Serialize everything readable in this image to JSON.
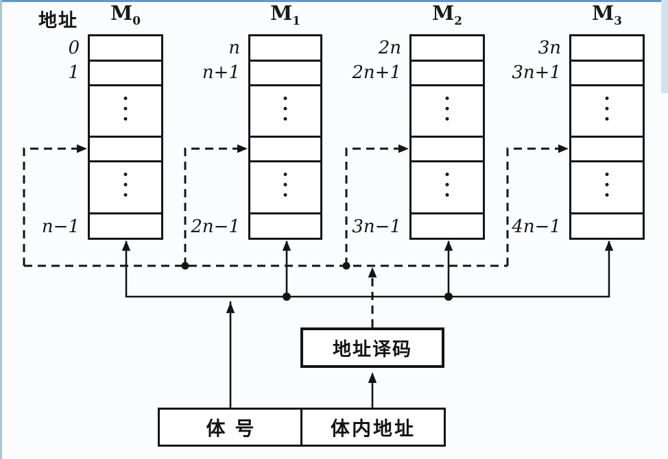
{
  "figure": {
    "address_header": "地址",
    "modules": [
      {
        "title_base": "M",
        "title_sub": "0",
        "top_label": "0",
        "second_label": "1",
        "bottom_label": "n−1"
      },
      {
        "title_base": "M",
        "title_sub": "1",
        "top_label": "n",
        "second_label": "n+1",
        "bottom_label": "2n−1"
      },
      {
        "title_base": "M",
        "title_sub": "2",
        "top_label": "2n",
        "second_label": "2n+1",
        "bottom_label": "3n−1"
      },
      {
        "title_base": "M",
        "title_sub": "3",
        "top_label": "3n",
        "second_label": "3n+1",
        "bottom_label": "4n−1"
      }
    ],
    "decoder_label": "地址译码",
    "register": {
      "bank_field": "体号",
      "offset_field": "体内地址"
    }
  },
  "colors": {
    "line": "#141414",
    "bg": "#fbfcfd",
    "border-top": "#5e97d2",
    "border-left": "#a9c6d6",
    "border-right": "#cfe3f1"
  }
}
